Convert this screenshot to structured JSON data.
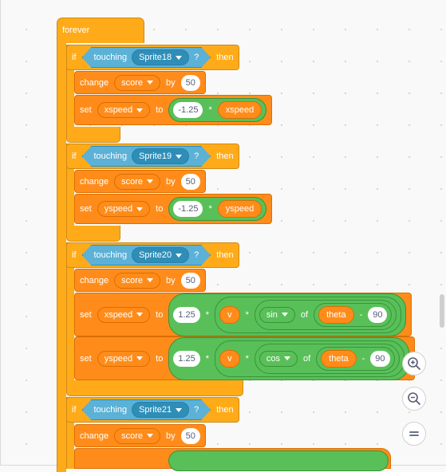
{
  "colors": {
    "control": "#ffab19",
    "variables": "#ff8c1a",
    "sensing": "#5cb1d6",
    "operators": "#59c059",
    "workspace": "#f9f9f9"
  },
  "forever": {
    "label": "forever"
  },
  "labels": {
    "if": "if",
    "touching": "touching",
    "q": "?",
    "then": "then",
    "change": "change",
    "by": "by",
    "set": "set",
    "to": "to",
    "times": "*",
    "minus": "-",
    "of": "of"
  },
  "if_blocks": [
    {
      "sprite": "Sprite18",
      "change": {
        "var": "score",
        "value": "50"
      },
      "sets": [
        {
          "var": "xspeed",
          "factor": "-1.25",
          "reporter": "xspeed"
        }
      ]
    },
    {
      "sprite": "Sprite19",
      "change": {
        "var": "score",
        "value": "50"
      },
      "sets": [
        {
          "var": "yspeed",
          "factor": "-1.25",
          "reporter": "yspeed"
        }
      ]
    },
    {
      "sprite": "Sprite20",
      "change": {
        "var": "score",
        "value": "50"
      },
      "sets": [
        {
          "var": "xspeed",
          "factor": "1.25",
          "reporter": "v",
          "func": "sin",
          "arg": "theta",
          "sub": "90"
        },
        {
          "var": "yspeed",
          "factor": "1.25",
          "reporter": "v",
          "func": "cos",
          "arg": "theta",
          "sub": "90"
        }
      ]
    },
    {
      "sprite": "Sprite21",
      "change": {
        "var": "score",
        "value": "50"
      },
      "sets": []
    }
  ],
  "zoom": {
    "in_icon": "zoom-in-icon",
    "out_icon": "zoom-out-icon",
    "reset_icon": "zoom-reset-icon"
  }
}
